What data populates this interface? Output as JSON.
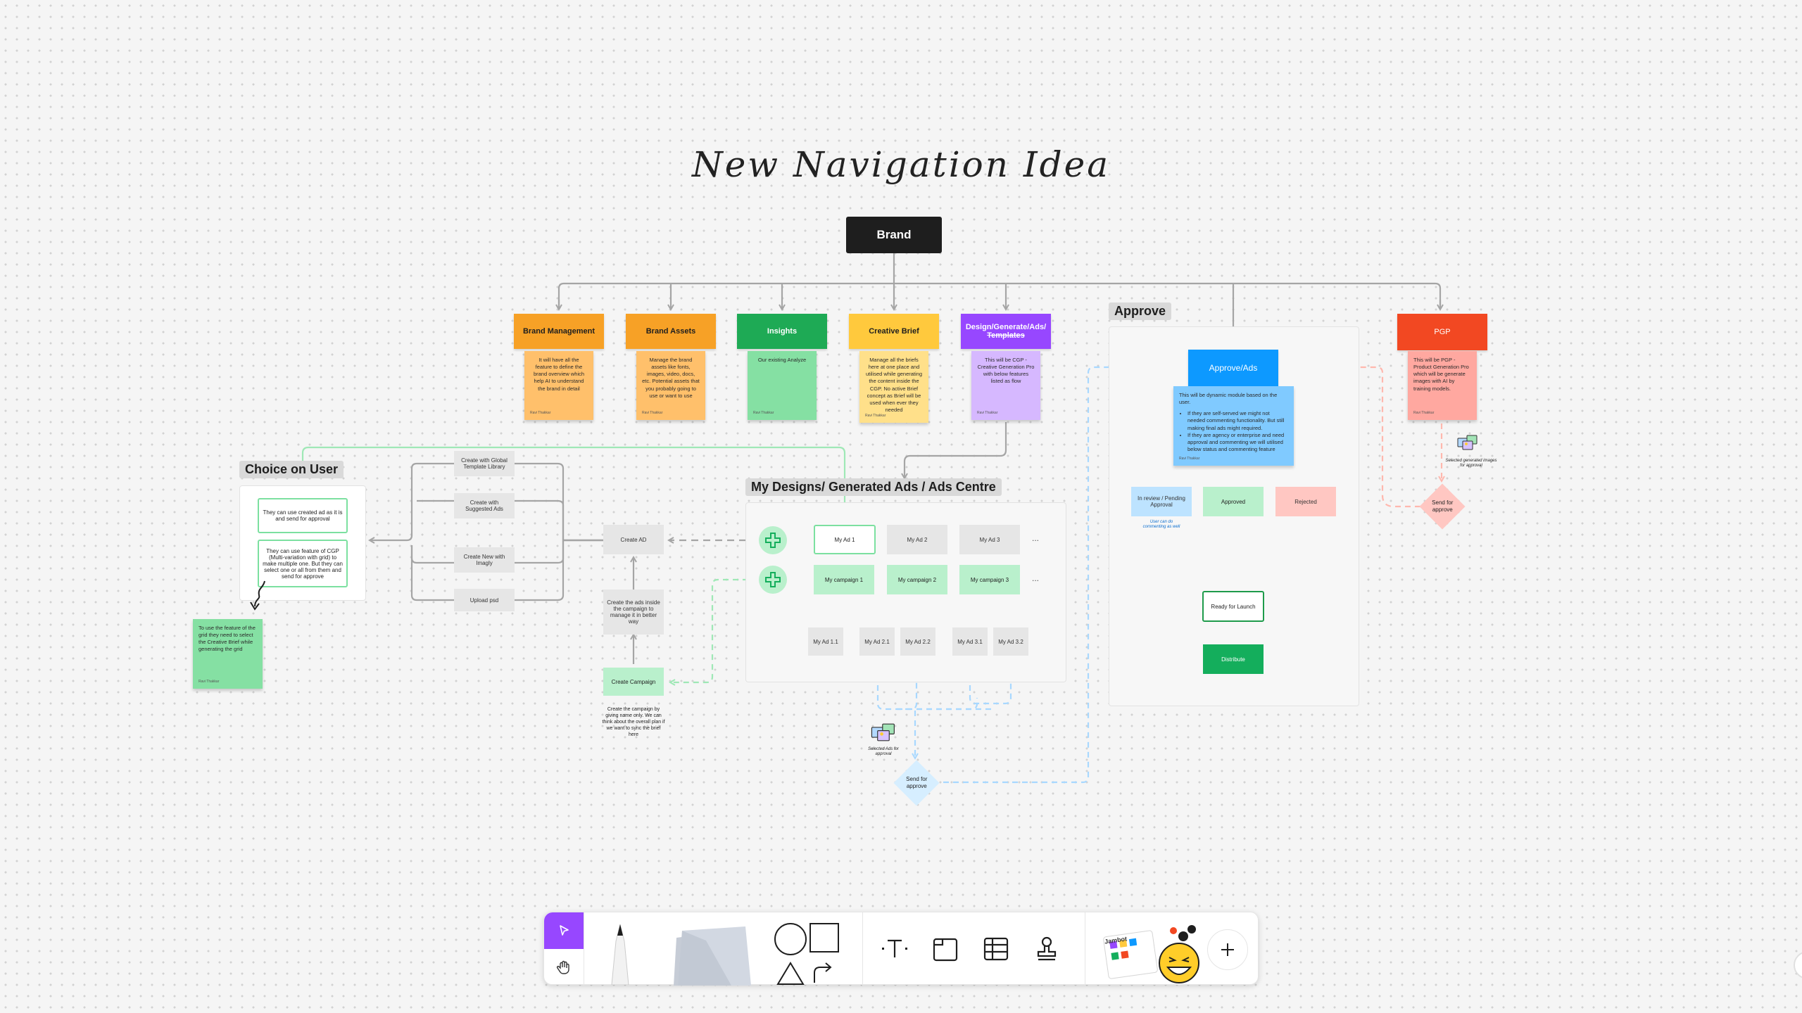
{
  "title": "New Navigation Idea",
  "root": {
    "label": "Brand"
  },
  "columns": [
    {
      "head": "Brand Management",
      "head_color": "#f7a126",
      "body_color": "#ffc06b",
      "text": "It will have all the feature to define the brand overview which help AI to understand the brand in detail",
      "author": "Ravi Thakkar"
    },
    {
      "head": "Brand Assets",
      "head_color": "#f7a126",
      "body_color": "#ffc06b",
      "text": "Manage the brand assets like fonts, images, video, docs, etc. Potential assets that you probably going to use or want to use",
      "author": "Ravi Thakkar"
    },
    {
      "head": "Insights",
      "head_color": "#1eaa55",
      "body_color": "#85e0a3",
      "text": "Our existing Analyze",
      "author": "Ravi Thakkar"
    },
    {
      "head": "Creative Brief",
      "head_color": "#ffc93d",
      "body_color": "#ffe08a",
      "text": "Manage all the briefs here at one place and utilised while generating the content inside the CGP. No active Brief concept as Brief will be used when ever they needed",
      "author": "Ravi Thakkar"
    },
    {
      "head": "Design/Generate/Ads/",
      "head2": "Templates",
      "head_color": "#9747ff",
      "body_color": "#d6b8ff",
      "text": "This will be CGP - Creative Generation Pro with below features listed as flow",
      "author": "Ravi Thakkar"
    }
  ],
  "approve": {
    "label": "Approve",
    "node": "Approve/Ads",
    "node_color": "#0d99ff",
    "sticky": {
      "intro": "This will be dynamic module based on the user.",
      "bullets": [
        "If they are self-served we might not needed commenting functionality. But still making final ads might required.",
        "If they are agency or enterprise and need approval and commenting we will utilised below status and commenting feature"
      ],
      "author": "Ravi Thakkar"
    },
    "statuses": {
      "pending": "In review / Pending Approval",
      "approved": "Approved",
      "rejected": "Rejected"
    },
    "pending_note": "User can do commenting as well",
    "ready": "Ready for Launch",
    "distribute": "Distribute"
  },
  "pgp": {
    "head": "PGP",
    "head_color": "#f24822",
    "body_color": "#ffa8a0",
    "text": "This will be PGP - Product Generation Pro which will be generate images with AI by training models.",
    "author": "Ravi Thakkar",
    "selected_note": "Selected generated images for approval",
    "send": "Send for approve"
  },
  "choice": {
    "label": "Choice on User",
    "option1": "They can use created ad as it is and send for approval",
    "option2": "They can use feature of CGP (Multi-variation with grid) to make multiple one. But they can select one or all from them and send for approve",
    "sticky_text": "To use the feature of the grid they need to select the Creative Brief while generating the grid",
    "sticky_author": "Ravi Thakkar"
  },
  "create_options": [
    "Create with Global Template Library",
    "Create with Suggested Ads",
    "Create New with Imagly",
    "Upload psd"
  ],
  "create_ad": "Create AD",
  "create_ads_inside": "Create the ads inside the campaign to manage it in better way",
  "create_campaign": "Create Campaign",
  "campaign_note": "Create the campaign by giving name only. We can think about the overall plan if we want to sync the brief here",
  "designs": {
    "label": "My Designs/ Generated Ads / Ads Centre",
    "ads": [
      "My Ad 1",
      "My Ad 2",
      "My Ad 3"
    ],
    "campaigns": [
      "My campaign 1",
      "My campaign 2",
      "My campaign 3"
    ],
    "sub_ads": [
      "My Ad 1.1",
      "My Ad 2.1",
      "My Ad 2.2",
      "My Ad 3.1",
      "My Ad 3.2"
    ],
    "ellipsis": "...",
    "selected_note": "Selected Ads for approval",
    "send": "Send for approve"
  },
  "colors": {
    "grey_line": "#a5a5a5",
    "green_line": "#9fe8b6",
    "blue_dash": "#a8d8ff",
    "red_dash": "#ffb8ae",
    "accent": "#9747ff"
  },
  "toolbar": {
    "tools": [
      "move-tool",
      "hand-tool",
      "pen-tool",
      "sticky-notes",
      "shapes-tool",
      "text-tool",
      "section-tool",
      "table-tool",
      "stamp-tool",
      "widgets",
      "more-tools"
    ],
    "stamp_card": "Jambot"
  }
}
